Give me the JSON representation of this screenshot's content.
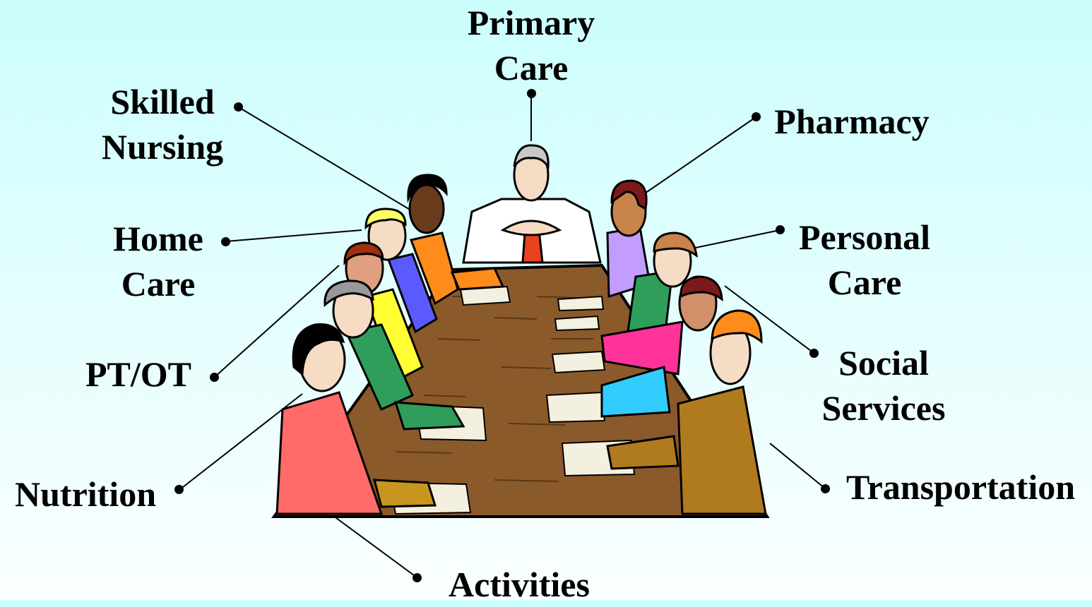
{
  "labels": {
    "primary_care": [
      "Primary",
      "Care"
    ],
    "skilled_nursing": [
      "Skilled",
      "Nursing"
    ],
    "pharmacy": [
      "Pharmacy"
    ],
    "home_care": [
      "Home",
      "Care"
    ],
    "personal_care": [
      "Personal",
      "Care"
    ],
    "pt_ot": [
      "PT/OT"
    ],
    "social_services": [
      "Social",
      "Services"
    ],
    "nutrition": [
      "Nutrition"
    ],
    "transportation": [
      "Transportation"
    ],
    "activities": [
      "Activities"
    ]
  },
  "colors": {
    "background": "#ccfdfd",
    "table": "#8b5a2b",
    "line": "#000000"
  }
}
